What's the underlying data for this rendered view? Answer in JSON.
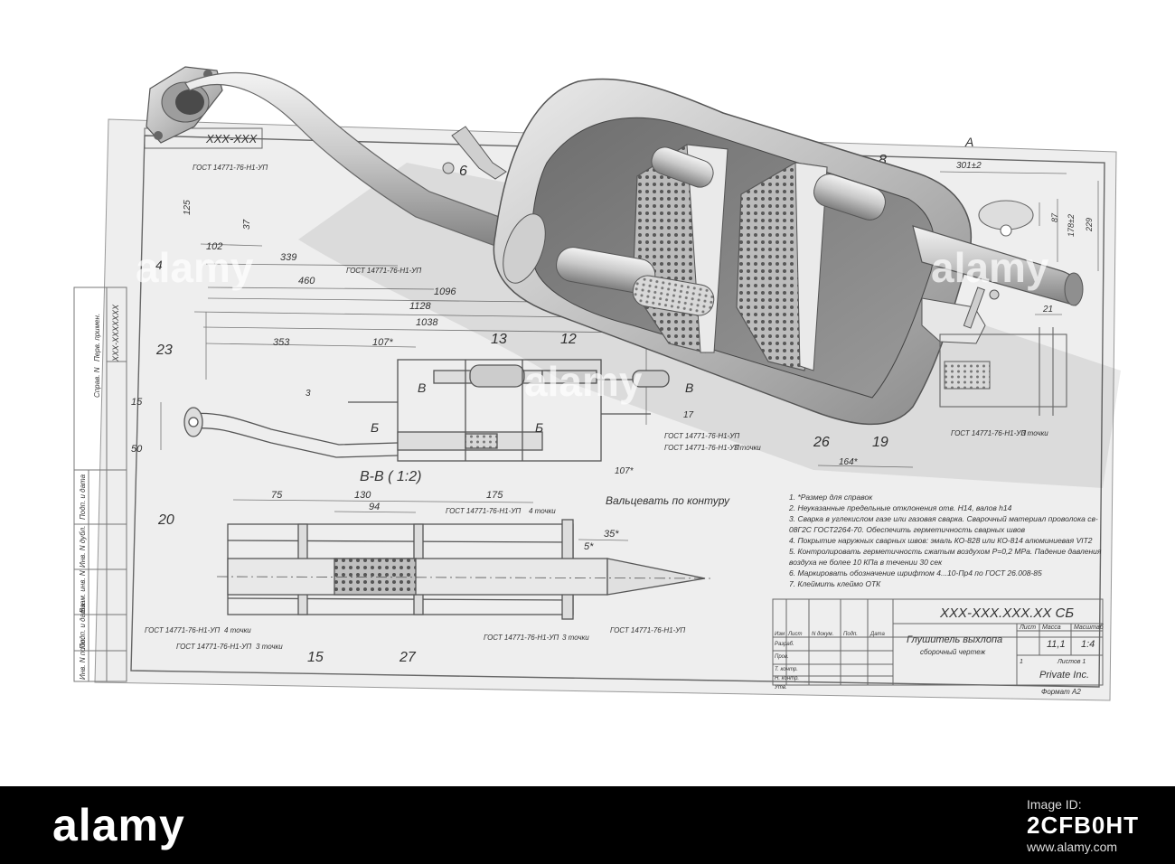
{
  "drawing": {
    "code": "XXX-XXX.XXX.XX СБ",
    "code_short": "XXX-XXX",
    "title": "Глушитель выхлопа",
    "subtitle": "сборочный чертеж",
    "company": "Private Inc.",
    "format": "Формат A2",
    "mass": "11,1",
    "scale": "1:4",
    "sheet_label": "Лист",
    "mass_label": "Масса",
    "scale_label": "Масштаб",
    "sheets_label": "Листов 1",
    "sheet_no": "1",
    "section_label": "B-B ( 1:2)",
    "view_label": "А",
    "weld_note": "Вальцевать по контуру",
    "stamp_rows": [
      "Изм",
      "Лист",
      "N докум.",
      "Подп.",
      "Дата"
    ],
    "stamp_roles": [
      "Разраб.",
      "Пров.",
      "Т. контр.",
      "Н. контр.",
      "Утв."
    ],
    "side_labels": [
      "Перв. примен.",
      "Справ. N",
      "Подп. и дата",
      "Инв. N дубл.",
      "Взам. инв. N",
      "Подп. и дата",
      "Инв. N подл."
    ],
    "side_code": "XXX-XXXXXXX",
    "notes": [
      "1. *Размер для справок",
      "2. Неуказанные предельные отклонения отв. H14, валов h14",
      "3. Сварка в углекислом газе или газовая сварка. Сварочный материал проволока св-",
      "08Г2С ГОСТ2264-70. Обеспечить герметичность сварных швов",
      "4. Покрытие наружных сварных швов: эмаль КО-828 или КО-814 алюминиевая VIT2",
      "5. Контролировать герметичность сжатым воздухом P=0,2 MPa. Падение давления",
      "воздуха не более 10 КПа в течении 30 сек",
      "6. Маркировать обозначение шрифтом 4...10-Пр4 по ГОСТ 26.008-85",
      "7. Клеймить клеймо ОТК"
    ],
    "gost": "ГОСТ 14771-76-Н1-УП",
    "gost_4pts": "4 точки",
    "gost_3pts": "3 точки",
    "balloons": [
      "23",
      "13",
      "12",
      "20",
      "15",
      "27",
      "26",
      "19",
      "6",
      "8",
      "4"
    ],
    "dimensions": [
      "1128",
      "1038",
      "1096",
      "460",
      "339",
      "102",
      "353",
      "107*",
      "75",
      "130",
      "94",
      "175",
      "35*",
      "5*",
      "15",
      "50",
      "125",
      "37",
      "301±2",
      "87",
      "178±2",
      "229",
      "21",
      "164*",
      "107*",
      "3",
      "17"
    ],
    "section_marks": [
      "В",
      "В",
      "Б",
      "Б"
    ]
  },
  "watermark": {
    "text": "alamy"
  },
  "footer": {
    "logo": "alamy",
    "image_id_label": "Image ID:",
    "image_id": "2CFB0HT",
    "url": "www.alamy.com"
  }
}
